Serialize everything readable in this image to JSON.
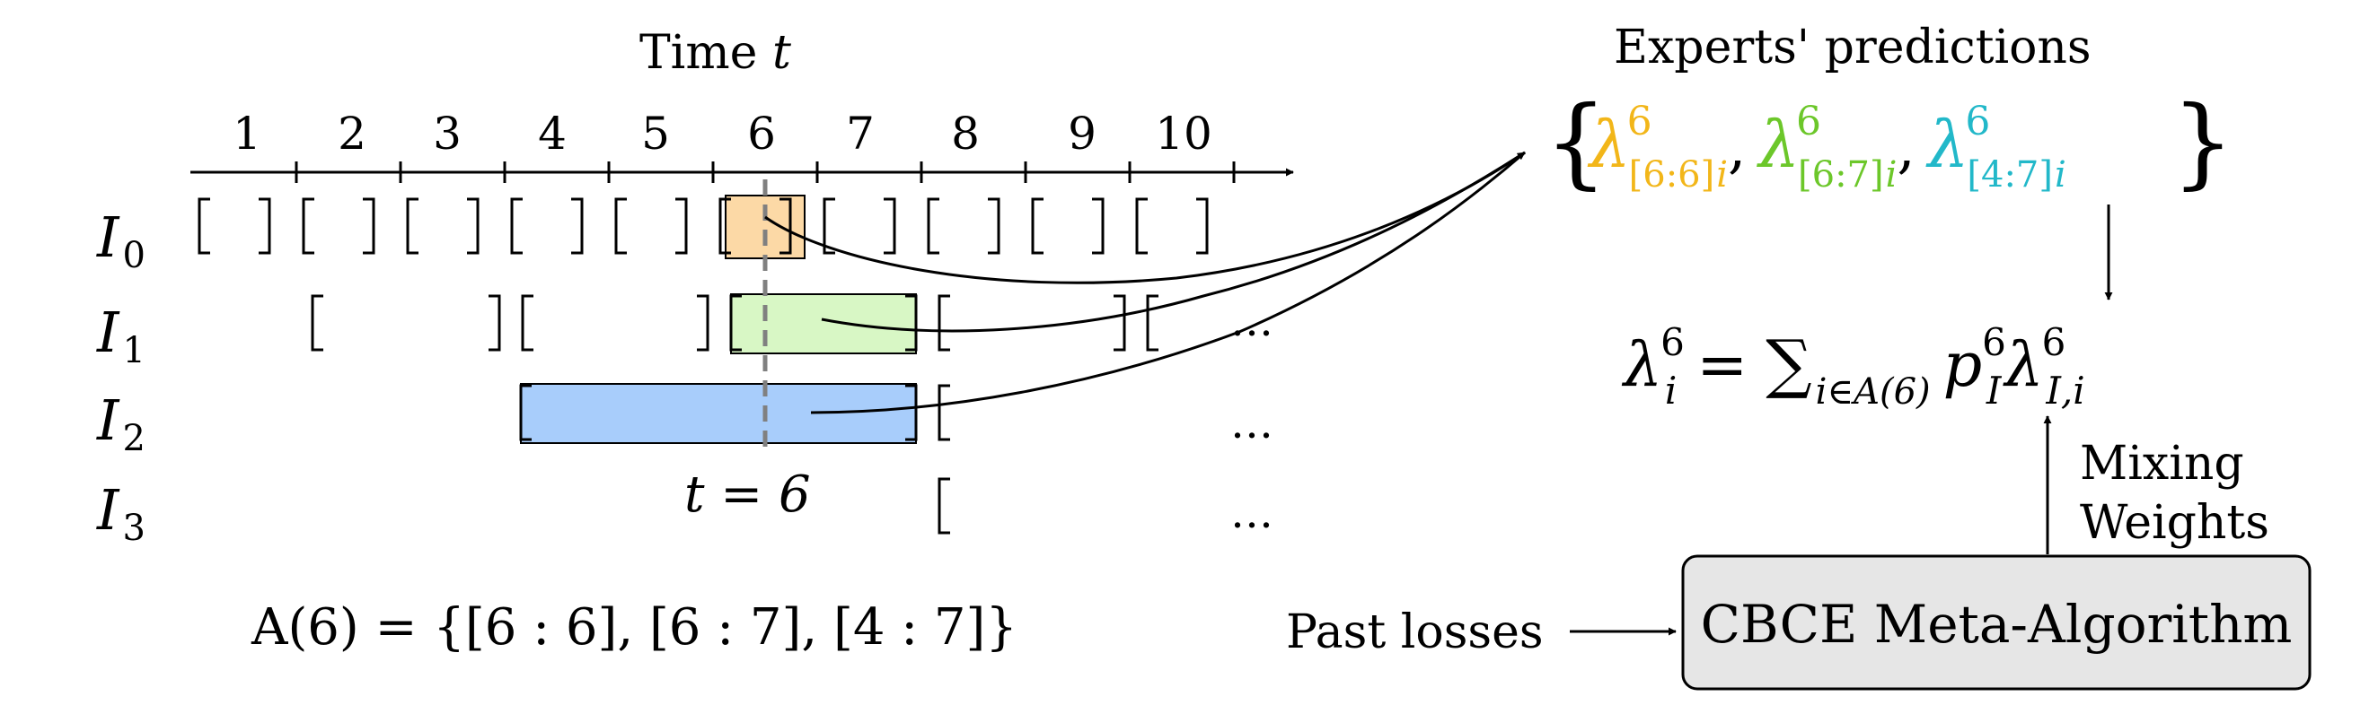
{
  "time_axis": {
    "label_prefix": "Time ",
    "label_var": "t",
    "ticks": [
      "1",
      "2",
      "3",
      "4",
      "5",
      "6",
      "7",
      "8",
      "9",
      "10"
    ]
  },
  "rows": [
    {
      "script": "I",
      "sub": "0"
    },
    {
      "script": "I",
      "sub": "1"
    },
    {
      "script": "I",
      "sub": "2"
    },
    {
      "script": "I",
      "sub": "3"
    }
  ],
  "ellipsis": "…",
  "marker": {
    "text": "t = 6"
  },
  "active_set": {
    "text": "A(6) = {[6 : 6], [6 : 7], [4 : 7]}"
  },
  "experts": {
    "title": "Experts' predictions",
    "sym": "λ",
    "sup": "6",
    "items": [
      {
        "range": "[6:6],",
        "idx": "i",
        "color": "#f2b619"
      },
      {
        "range": "[6:7],",
        "idx": "i",
        "color": "#6cc72a"
      },
      {
        "range": "[4:7],",
        "idx": "i",
        "color": "#22b8c9"
      }
    ]
  },
  "combination": {
    "lhs": "λ",
    "lhs_sup": "6",
    "lhs_sub": "i",
    "eq": "=",
    "sum": "∑",
    "sum_sub": "i∈A(6)",
    "p": "p",
    "p_sup": "6",
    "p_sub": "I",
    "rhs": "λ",
    "rhs_sup": "6",
    "rhs_sub": "I,i"
  },
  "mixing": {
    "line1": "Mixing",
    "line2": "Weights"
  },
  "meta_box": {
    "label": "CBCE Meta-Algorithm",
    "fill": "#e6e6e6"
  },
  "past_losses": "Past losses",
  "colors": {
    "orange": "#fcd9a6",
    "green": "#d8f7c5",
    "blue": "#a8cdfb",
    "dash": "#808080"
  }
}
